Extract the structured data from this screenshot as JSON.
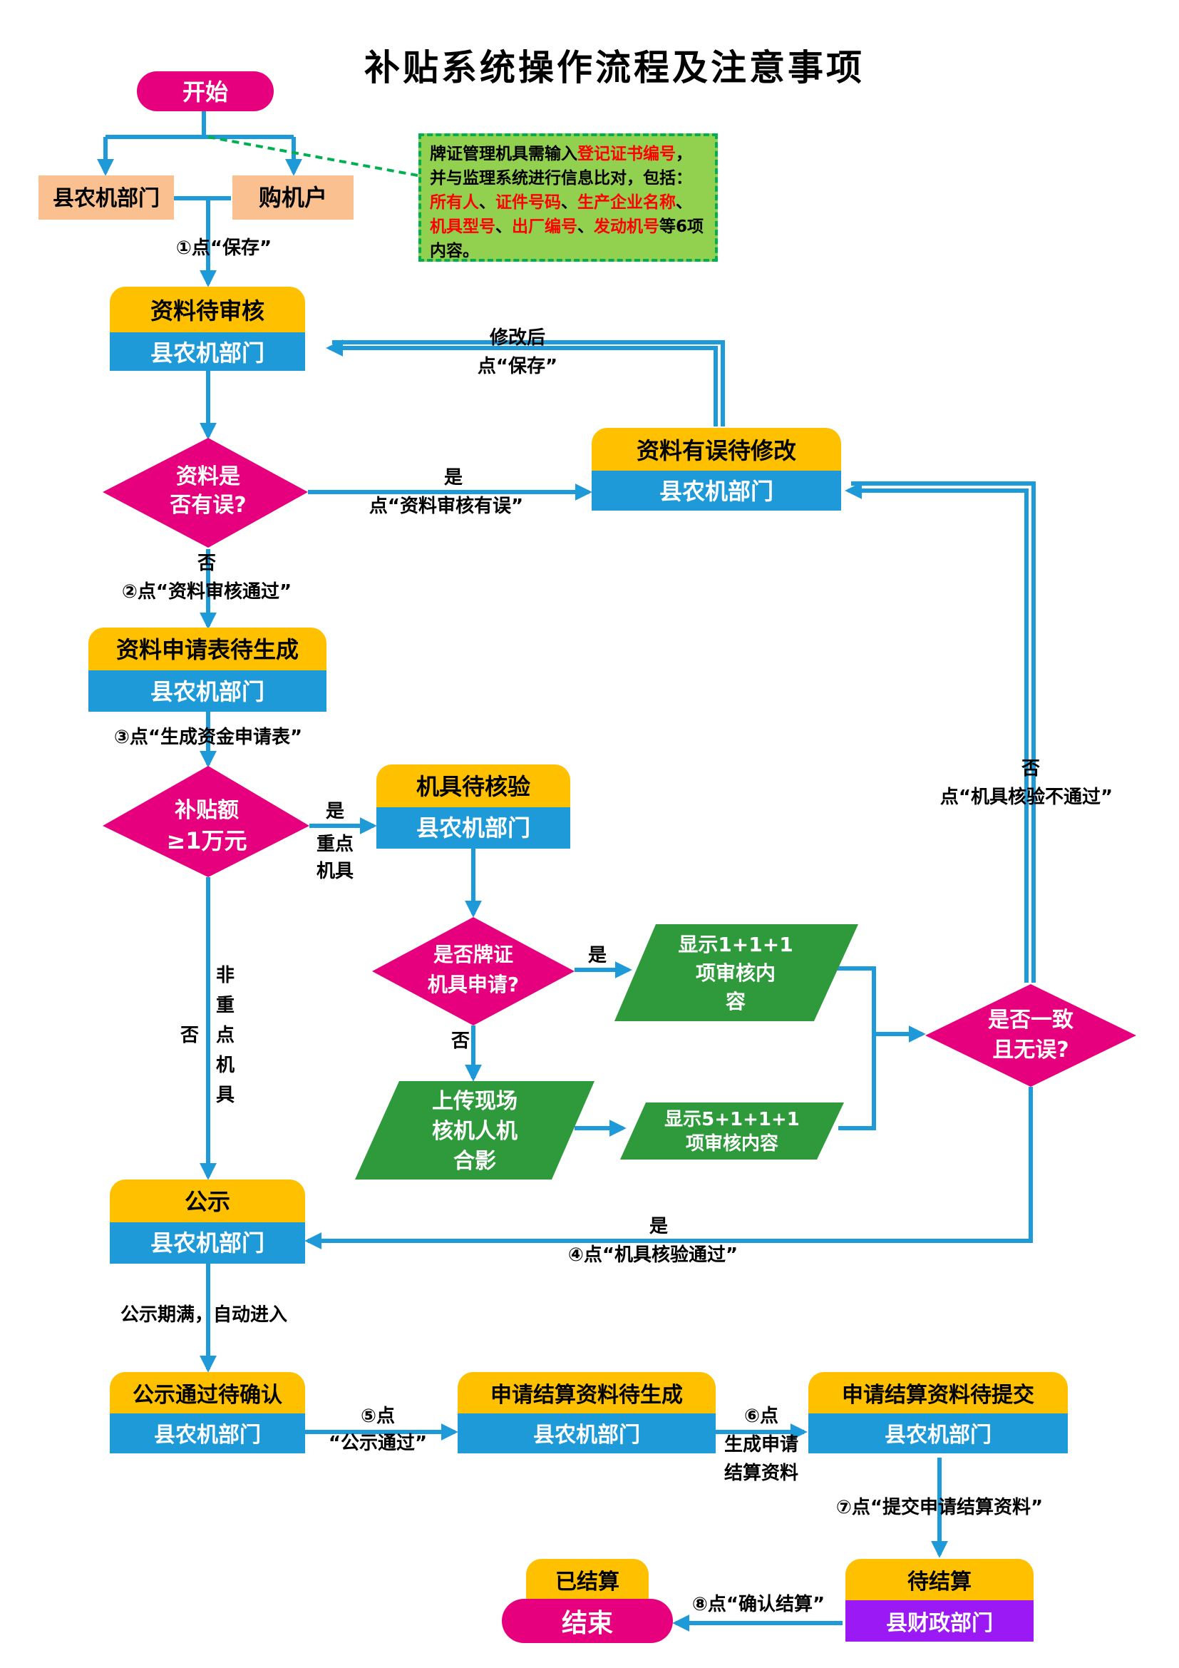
{
  "title": "补贴系统操作流程及注意事项",
  "colors": {
    "arrow": "#1f9ad8",
    "pink": "#e6007e",
    "orange_header": "#ffc000",
    "blue_box": "#1f9ad8",
    "light_orange": "#fac090",
    "green_parallelogram": "#2e9a3c",
    "note_fill": "#92d050",
    "note_border": "#00b050",
    "purple": "#9b19f5",
    "red_text": "#ff0000"
  },
  "nodes": {
    "start": "开始",
    "county_dept": "县农机部门",
    "buyer": "购机户",
    "review_pending": {
      "header": "资料待审核",
      "body": "县农机部门"
    },
    "decision_error": {
      "line1": "资料是",
      "line2": "否有误?"
    },
    "fix_pending": {
      "header": "资料有误待修改",
      "body": "县农机部门"
    },
    "form_pending": {
      "header": "资料申请表待生成",
      "body": "县农机部门"
    },
    "decision_amount": {
      "line1": "补贴额",
      "line2": "≥1万元"
    },
    "machine_check": {
      "header": "机具待核验",
      "body": "县农机部门"
    },
    "decision_plate": {
      "line1": "是否牌证",
      "line2": "机具申请?"
    },
    "show_111": {
      "line1": "显示1+1+1",
      "line2": "项审核内",
      "line3": "容"
    },
    "upload_photo": {
      "line1": "上传现场",
      "line2": "核机人机",
      "line3": "合影"
    },
    "show_5111": {
      "line1": "显示5+1+1+1",
      "line2": "项审核内容"
    },
    "decision_consistent": {
      "line1": "是否一致",
      "line2": "且无误?"
    },
    "publicity": {
      "header": "公示",
      "body": "县农机部门"
    },
    "publicity_confirm": {
      "header": "公示通过待确认",
      "body": "县农机部门"
    },
    "settle_generate": {
      "header": "申请结算资料待生成",
      "body": "县农机部门"
    },
    "settle_submit": {
      "header": "申请结算资料待提交",
      "body": "县农机部门"
    },
    "pending_settle": {
      "header": "待结算",
      "body": "县财政部门"
    },
    "settled": "已结算",
    "end": "结束"
  },
  "labels": {
    "save": "①点“保存”",
    "after_fix_1": "修改后",
    "after_fix_2": "点“保存”",
    "yes": "是",
    "click_error": "点“资料审核有误”",
    "no": "否",
    "click_pass": "②点“资料审核通过”",
    "gen_form": "③点“生成资金申请表”",
    "key_machine_1": "重点",
    "key_machine_2": "机具",
    "non_key": [
      "非",
      "重",
      "点",
      "机",
      "具"
    ],
    "check_fail": "点“机具核验不通过”",
    "check_pass": "④点“机具核验通过”",
    "auto_enter": "公示期满，自动进入",
    "pub_pass_1": "⑤点",
    "pub_pass_2": "“公示通过”",
    "gen_settle_1": "⑥点",
    "gen_settle_2": "生成申请",
    "gen_settle_3": "结算资料",
    "submit_settle": "⑦点“提交申请结算资料”",
    "confirm_settle": "⑧点“确认结算”"
  },
  "note": {
    "segments": [
      {
        "text": "牌证管理机具需输入",
        "red": false
      },
      {
        "text": "登记证书编号",
        "red": true
      },
      {
        "text": "，并与监理系统进行信息比对，包括：",
        "red": false
      },
      {
        "text": "所有人",
        "red": true
      },
      {
        "text": "、",
        "red": false
      },
      {
        "text": "证件号码",
        "red": true
      },
      {
        "text": "、",
        "red": false
      },
      {
        "text": "生产企业名称",
        "red": true
      },
      {
        "text": "、",
        "red": false
      },
      {
        "text": "机具型号",
        "red": true
      },
      {
        "text": "、",
        "red": false
      },
      {
        "text": "出厂编号",
        "red": true
      },
      {
        "text": "、",
        "red": false
      },
      {
        "text": "发动机号",
        "red": true
      },
      {
        "text": "等6项内容。",
        "red": false
      }
    ]
  }
}
